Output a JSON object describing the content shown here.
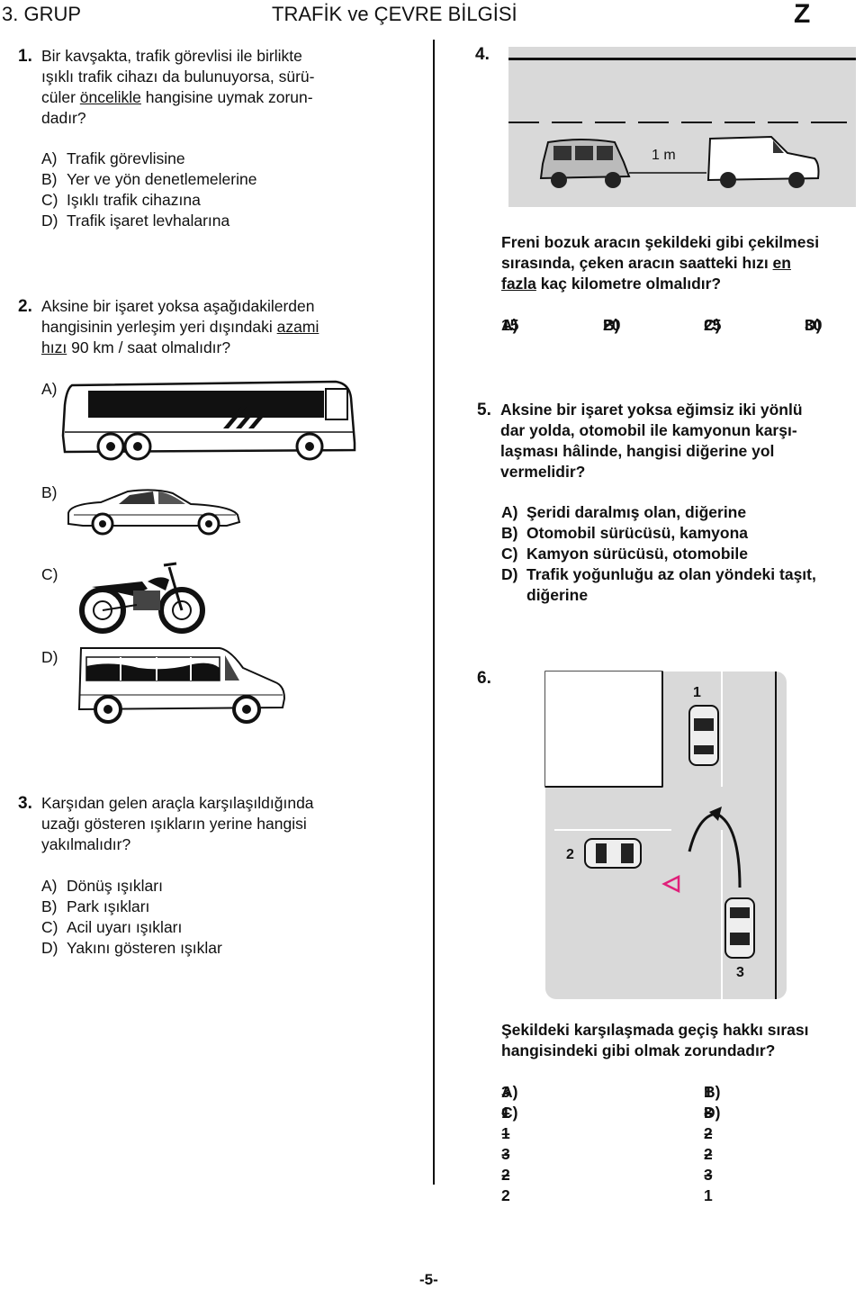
{
  "header": {
    "group": "3. GRUP",
    "subject": "TRAFİK ve ÇEVRE BİLGİSİ",
    "booklet": "Z"
  },
  "q1": {
    "num": "1.",
    "lines": [
      "Bir kavşakta, trafik görevlisi ile birlikte",
      "ışıklı trafik cihazı da bulunuyorsa, sürü-",
      "cüler ",
      "öncelikle",
      " hangisine uymak zorun-",
      "dadır?"
    ],
    "options": [
      {
        "letter": "A)",
        "text": "Trafik görevlisine"
      },
      {
        "letter": "B)",
        "text": "Yer ve yön denetlemelerine"
      },
      {
        "letter": "C)",
        "text": "Işıklı trafik cihazına"
      },
      {
        "letter": "D)",
        "text": "Trafik işaret levhalarına"
      }
    ]
  },
  "q2": {
    "num": "2.",
    "lines": [
      "Aksine bir işaret yoksa aşağıdakilerden",
      "hangisinin yerleşim yeri dışındaki ",
      "azami",
      "hızı",
      " 90 km / saat olmalıdır?"
    ],
    "options": [
      {
        "letter": "A)",
        "icon": "bus-icon"
      },
      {
        "letter": "B)",
        "icon": "car-icon"
      },
      {
        "letter": "C)",
        "icon": "motorcycle-icon"
      },
      {
        "letter": "D)",
        "icon": "minibus-icon"
      }
    ]
  },
  "q3": {
    "num": "3.",
    "lines": [
      "Karşıdan gelen araçla karşılaşıldığında",
      "uzağı gösteren ışıkların yerine hangisi",
      "yakılmalıdır?"
    ],
    "options": [
      {
        "letter": "A)",
        "text": "Dönüş ışıkları"
      },
      {
        "letter": "B)",
        "text": "Park ışıkları"
      },
      {
        "letter": "C)",
        "text": "Acil uyarı ışıkları"
      },
      {
        "letter": "D)",
        "text": "Yakını gösteren ışıklar"
      }
    ]
  },
  "q4": {
    "num": "4.",
    "distance_label": "1 m",
    "lines": [
      "Freni bozuk aracın şekildeki gibi çekilmesi",
      "sırasında, çeken aracın saatteki hızı ",
      "en",
      "fazla",
      " kaç kilometre olmalıdır?"
    ],
    "options": [
      {
        "letter": "A)",
        "text": "15"
      },
      {
        "letter": "B)",
        "text": "20"
      },
      {
        "letter": "C)",
        "text": "25"
      },
      {
        "letter": "D)",
        "text": "30"
      }
    ]
  },
  "q5": {
    "num": "5.",
    "lines": [
      "Aksine bir işaret yoksa eğimsiz iki yönlü",
      "dar yolda, otomobil ile kamyonun karşı-",
      "laşması hâlinde, hangisi diğerine yol",
      "vermelidir?"
    ],
    "options": [
      {
        "letter": "A)",
        "text": "Şeridi daralmış olan, diğerine"
      },
      {
        "letter": "B)",
        "text": "Otomobil sürücüsü, kamyona"
      },
      {
        "letter": "C)",
        "text": "Kamyon sürücüsü, otomobile"
      },
      {
        "letter": "D)",
        "text": "Trafik yoğunluğu az olan yöndeki taşıt,",
        "text2": "diğerine"
      }
    ]
  },
  "q6": {
    "num": "6.",
    "car_labels": [
      "1",
      "2",
      "3"
    ],
    "lines": [
      "Şekildeki karşılaşmada geçiş hakkı sırası",
      "hangisindeki gibi olmak zorundadır?"
    ],
    "options": [
      {
        "letter": "A)",
        "text": "3 – 1 – 2"
      },
      {
        "letter": "B)",
        "text": "1 – 2 – 3"
      },
      {
        "letter": "C)",
        "text": "1 – 3 – 2"
      },
      {
        "letter": "D)",
        "text": "3 – 2 – 1"
      }
    ]
  },
  "footer": {
    "page": "-5-"
  },
  "colors": {
    "road": "#d9d9d9",
    "yield_triangle": "#e0207a",
    "text": "#111111"
  }
}
